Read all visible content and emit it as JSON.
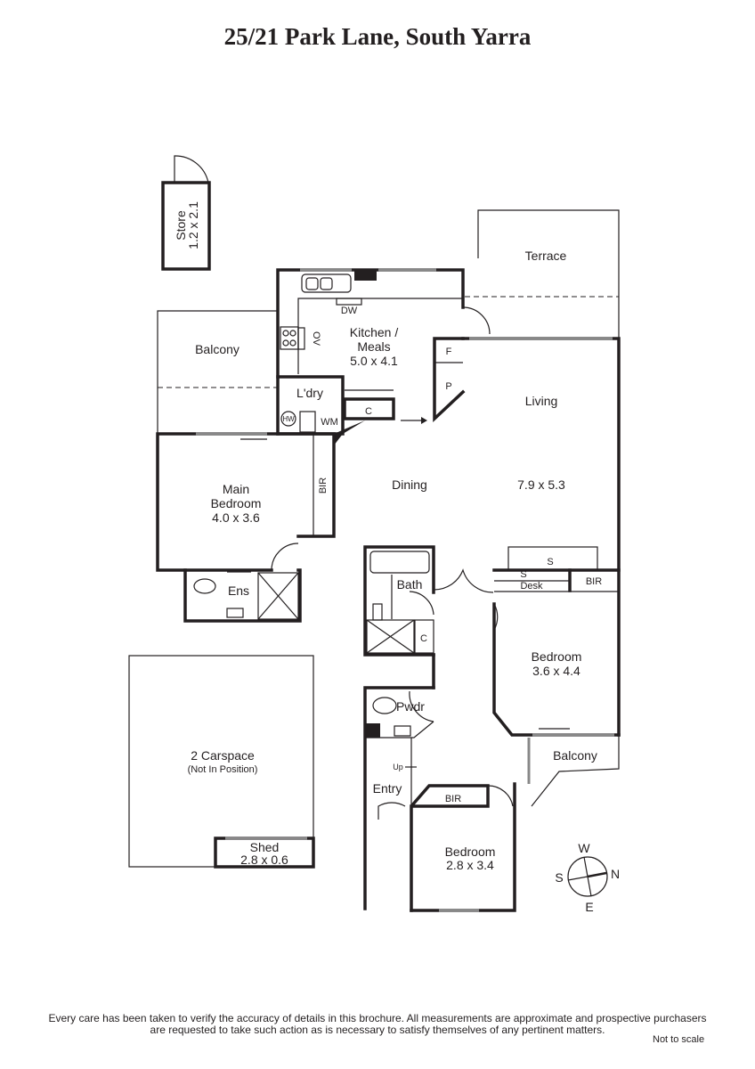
{
  "title": "25/21 Park Lane, South Yarra",
  "rooms": {
    "store": {
      "name": "Store",
      "size": "1.2 x 2.1"
    },
    "terrace": {
      "name": "Terrace"
    },
    "kitchen": {
      "name": "Kitchen /",
      "name2": "Meals",
      "size": "5.0 x 4.1"
    },
    "balcony_west": {
      "name": "Balcony"
    },
    "laundry": {
      "name": "L'dry"
    },
    "living": {
      "name": "Living",
      "size": "7.9 x 5.3"
    },
    "dining": {
      "name": "Dining"
    },
    "main_bedroom": {
      "name": "Main",
      "name2": "Bedroom",
      "size": "4.0 x 3.6"
    },
    "ensuite": {
      "name": "Ens"
    },
    "bath": {
      "name": "Bath"
    },
    "bedroom2": {
      "name": "Bedroom",
      "size": "3.6 x 4.4"
    },
    "balcony_east": {
      "name": "Balcony"
    },
    "powder": {
      "name": "Pwdr"
    },
    "entry": {
      "name": "Entry"
    },
    "bedroom3": {
      "name": "Bedroom",
      "size": "2.8 x 3.4"
    },
    "carspace": {
      "name": "2 Carspace",
      "note": "(Not In Position)"
    },
    "shed": {
      "name": "Shed",
      "size": "2.8 x 0.6"
    }
  },
  "fixtures": {
    "dw": "DW",
    "ov": "OV",
    "f": "F",
    "p": "P",
    "c1": "C",
    "c2": "C",
    "hw": "HW",
    "wm": "WM",
    "bir1": "BIR",
    "bir2": "BIR",
    "bir3": "BIR",
    "s1": "S",
    "s2": "S",
    "desk": "Desk",
    "up": "Up"
  },
  "compass": {
    "w": "W",
    "n": "N",
    "s": "S",
    "e": "E"
  },
  "footer": {
    "disclaimer_1": "Every care has been taken to verify the accuracy of details in this brochure.  All measurements are approximate and prospective purchasers",
    "disclaimer_2": "are requested to take such action as is necessary to satisfy themselves of any pertinent matters.",
    "not_to_scale": "Not to scale"
  }
}
